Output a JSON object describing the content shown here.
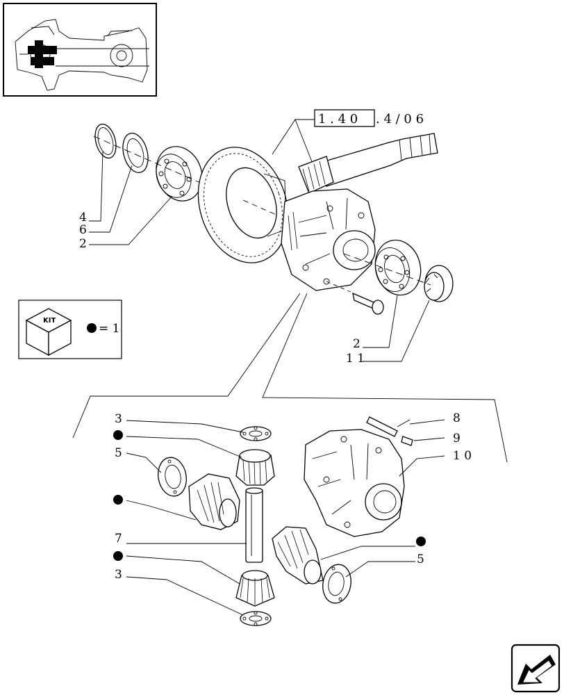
{
  "reference": {
    "boxed": "1 . 4 0",
    "suffix": ". 4 / 0 6"
  },
  "kit_legend": {
    "kit_text": "KIT",
    "equals": "= 1"
  },
  "callouts": {
    "upper": [
      {
        "id": "lbl-4",
        "text": "4"
      },
      {
        "id": "lbl-6",
        "text": "6"
      },
      {
        "id": "lbl-2a",
        "text": "2"
      },
      {
        "id": "lbl-2b",
        "text": "2"
      },
      {
        "id": "lbl-11",
        "text": "1 1"
      }
    ],
    "lower": [
      {
        "id": "lbl-3a",
        "text": "3"
      },
      {
        "id": "lbl-5a",
        "text": "5"
      },
      {
        "id": "lbl-7",
        "text": "7"
      },
      {
        "id": "lbl-3b",
        "text": "3"
      },
      {
        "id": "lbl-8",
        "text": "8"
      },
      {
        "id": "lbl-9",
        "text": "9"
      },
      {
        "id": "lbl-10",
        "text": "1 0"
      },
      {
        "id": "lbl-5b",
        "text": "5"
      }
    ]
  },
  "icons": {
    "thumbnail": "axle-assembly-thumbnail",
    "kit": "kit-cube-icon",
    "kit_dot": "filled-dot-icon",
    "nav": "previous-page-arrow-icon"
  }
}
